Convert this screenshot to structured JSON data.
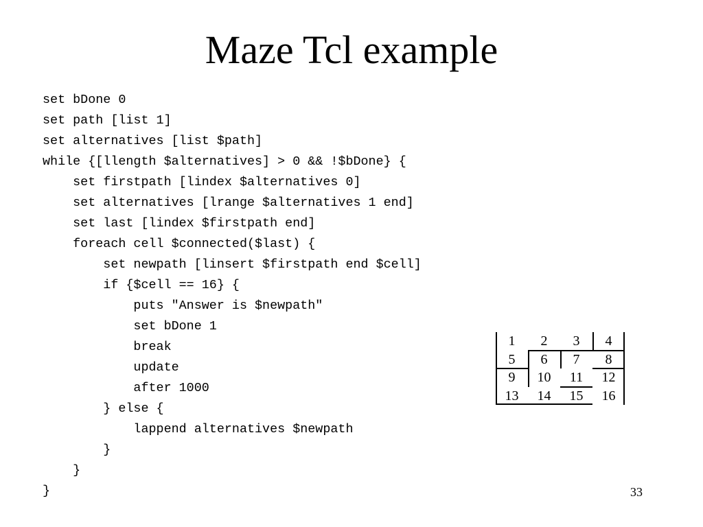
{
  "slide": {
    "title": "Maze Tcl example",
    "page_number": "33"
  },
  "code": [
    "set bDone 0",
    "set path [list 1]",
    "set alternatives [list $path]",
    "while {[llength $alternatives] > 0 && !$bDone} {",
    "    set firstpath [lindex $alternatives 0]",
    "    set alternatives [lrange $alternatives 1 end]",
    "    set last [lindex $firstpath end]",
    "    foreach cell $connected($last) {",
    "        set newpath [linsert $firstpath end $cell]",
    "        if {$cell == 16} {",
    "            puts \"Answer is $newpath\"",
    "            set bDone 1",
    "            break",
    "            update",
    "            after 1000",
    "        } else {",
    "            lappend alternatives $newpath",
    "        }",
    "    }",
    "}"
  ],
  "maze": {
    "cells": [
      [
        "1",
        "2",
        "3",
        "4"
      ],
      [
        "5",
        "6",
        "7",
        "8"
      ],
      [
        "9",
        "10",
        "11",
        "12"
      ],
      [
        "13",
        "14",
        "15",
        "16"
      ]
    ]
  }
}
